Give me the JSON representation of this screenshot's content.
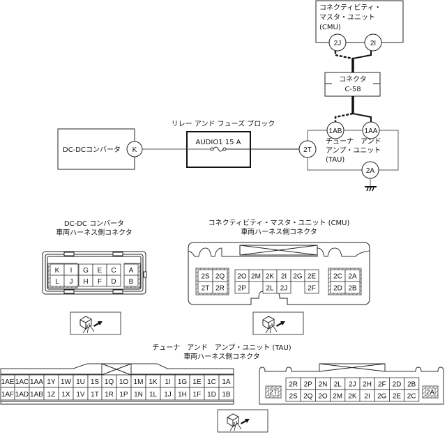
{
  "wiring": {
    "cmu_box": {
      "label_lines": [
        "コネクティビティ・",
        "マスタ・ユニット",
        "(CMU)"
      ],
      "pins": [
        "2J",
        "2I"
      ]
    },
    "connector": {
      "label_lines": [
        "コネクタ",
        "C-58"
      ]
    },
    "dcdc_box": {
      "label": "DC-DCコンバータ",
      "pin": "K"
    },
    "fuse_block": {
      "title": "リレー アンド フューズ ブロック",
      "fuse_label": "AUDIO1 15 A"
    },
    "tau_box": {
      "label_lines": [
        "チューナ　アンド",
        "アンプ・ユニット",
        "(TAU)"
      ],
      "pins": [
        "1AB",
        "1AA",
        "2T",
        "2A"
      ]
    }
  },
  "connectors": {
    "dcdc": {
      "title_lines": [
        "DC-DC コンバータ",
        "車両ハーネス側コネクタ"
      ],
      "top_row": [
        "K",
        "I",
        "G",
        "E",
        "C",
        "A"
      ],
      "bottom_row": [
        "L",
        "J",
        "H",
        "F",
        "D",
        "B"
      ]
    },
    "cmu": {
      "title_lines": [
        "コネクティビティ・マスタ・ユニット (CMU)",
        "車両ハーネス側コネクタ"
      ],
      "left_top": [
        "2S",
        "2Q"
      ],
      "left_bottom": [
        "2T",
        "2R"
      ],
      "mid_top": [
        "2O",
        "2M",
        "2K",
        "2I",
        "2G",
        "2E"
      ],
      "mid_bottom": [
        "2P",
        "",
        "2L",
        "2J",
        "",
        "2F"
      ],
      "right_top": [
        "2C",
        "2A"
      ],
      "right_bottom": [
        "2D",
        "2B"
      ]
    },
    "tau": {
      "title_lines": [
        "チューナ　アンド　アンプ・ユニット (TAU)",
        "車両ハーネス側コネクタ"
      ],
      "conn1_top": [
        "1AE",
        "1AC",
        "1AA",
        "1Y",
        "1W",
        "1U",
        "1S",
        "1Q",
        "1O",
        "1M",
        "1K",
        "1I",
        "1G",
        "1E",
        "1C",
        "1A"
      ],
      "conn1_bottom": [
        "1AF",
        "1AD",
        "1AB",
        "1Z",
        "1X",
        "1V",
        "1T",
        "1R",
        "1P",
        "1N",
        "1L",
        "1J",
        "1H",
        "1F",
        "1D",
        "1B"
      ],
      "conn2_left": "2T",
      "conn2_top": [
        "2R",
        "2P",
        "2N",
        "2L",
        "2J",
        "2H",
        "2F",
        "2D",
        "2B"
      ],
      "conn2_bottom": [
        "2S",
        "2Q",
        "2O",
        "2M",
        "2K",
        "2I",
        "2G",
        "2E",
        "2C"
      ],
      "conn2_right": "2A"
    }
  },
  "icons": {
    "view_direction": "connector-view-arrow-icon"
  }
}
